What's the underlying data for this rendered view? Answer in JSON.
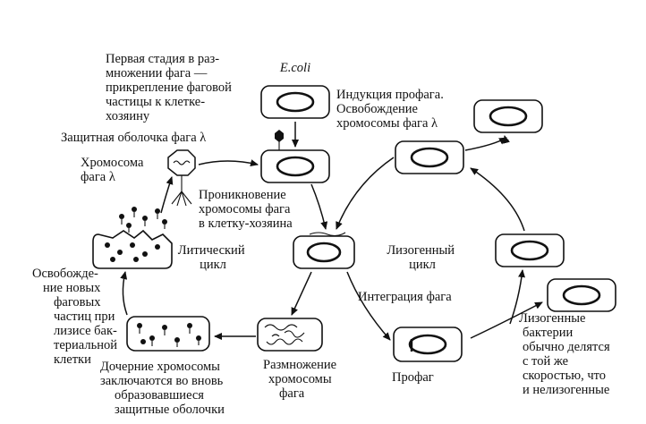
{
  "labels": {
    "ecoli": "E.coli",
    "first_stage": [
      "Первая стадия в раз-",
      "множении фага —",
      "прикрепление фаговой",
      "частицы к клетке-",
      "хозяину"
    ],
    "protective_shell": "Защитная оболочка фага λ",
    "phage_chromosome": [
      "Хромосома",
      "фага λ"
    ],
    "penetration": [
      "Проникновение",
      "хромосомы фага",
      "в клетку-хозяина"
    ],
    "lytic_cycle": [
      "Литический",
      "цикл"
    ],
    "release_new": [
      "Освобожде-",
      "ние новых",
      "фаговых",
      "частиц при",
      "лизисе бак-",
      "териальной",
      "клетки"
    ],
    "daughter_chromosomes": [
      "Дочерние хромосомы",
      "заключаются во вновь",
      "образовавшиеся",
      "защитные оболочки"
    ],
    "multiplication": [
      "Размножение",
      "хромосомы",
      "фага"
    ],
    "integration": "Интеграция фага",
    "prophage": "Профаг",
    "induction": [
      "Индукция профага.",
      "Освобождение",
      "хромосомы фага λ"
    ],
    "lysogenic_cycle": [
      "Лизогенный",
      "цикл"
    ],
    "lysogenic_bacteria": [
      "Лизогенные",
      "бактерии",
      "обычно делятся",
      "с той же",
      "скоростью, что",
      "и нелизогенные"
    ]
  }
}
